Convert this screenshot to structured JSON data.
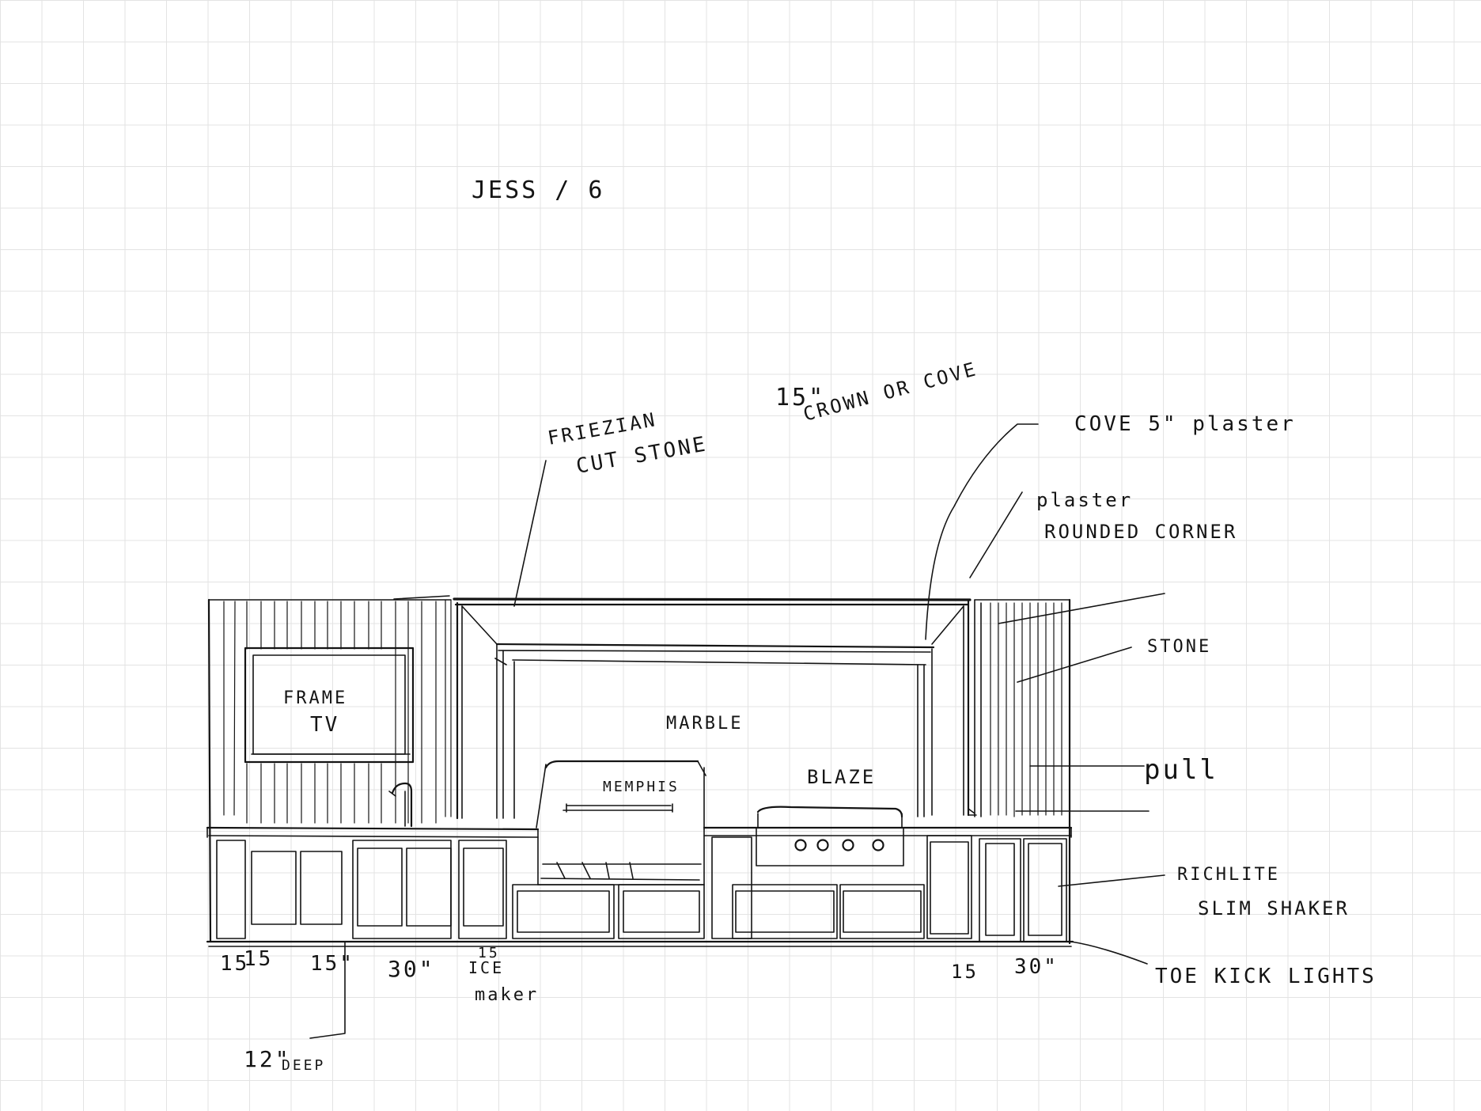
{
  "title": "JESS / 6",
  "labels": {
    "friezian": "FRIEZIAN",
    "cut_stone": "CUT STONE",
    "crown_size": "15\"",
    "crown": "CROWN OR COVE",
    "cove_plaster": "COVE 5\" plaster",
    "plaster": "plaster",
    "rounded_corner": "ROUNDED CORNER",
    "stone": "STONE",
    "pull": "pull",
    "frame": "FRAME",
    "tv": "TV",
    "marble": "MARBLE",
    "memphis": "MEMPHIS",
    "blaze": "BLAZE",
    "richlite": "RICHLITE",
    "slim_shaker": "SLIM SHAKER",
    "toe_kick": "TOE KICK LIGHTS",
    "depth": "12\"",
    "deep": "DEEP"
  },
  "dimensions": {
    "d1": "15",
    "d2": "15",
    "d3": "15\"",
    "d4": "30\"",
    "d5": "15",
    "ice": "ICE",
    "maker": "maker",
    "d6": "15",
    "d7": "30\""
  },
  "colors": {
    "ink": "#141414",
    "grid": "#e3e3e3",
    "paper": "#ffffff"
  }
}
